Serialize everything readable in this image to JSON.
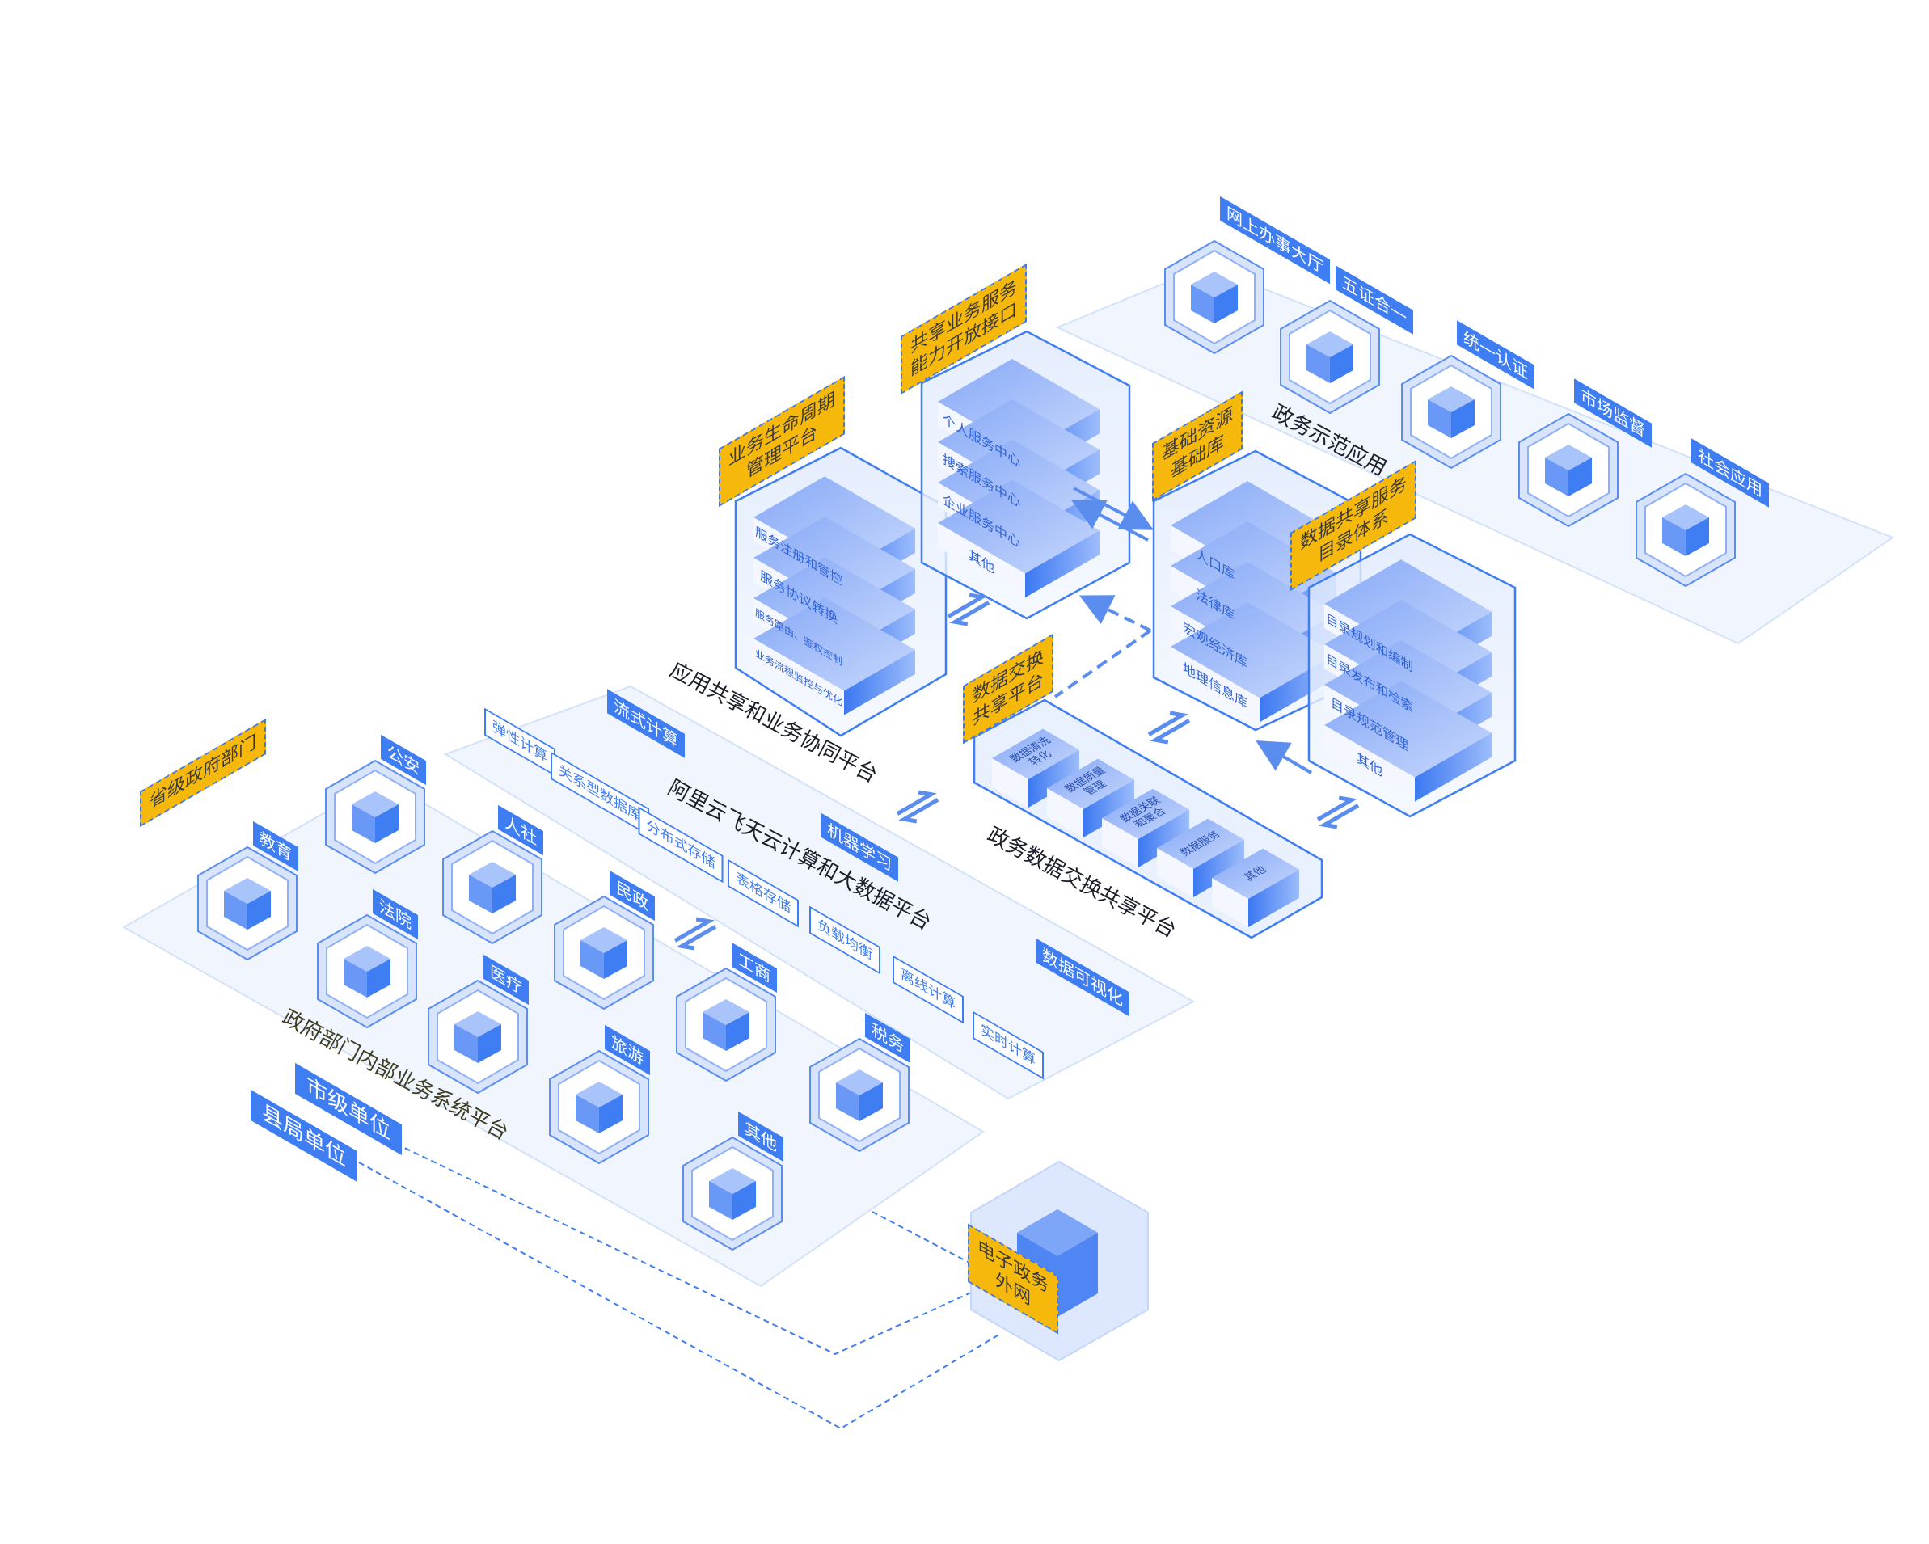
{
  "provincial": {
    "label": "省级政府部门",
    "departments": [
      "教育",
      "公安",
      "人社",
      "法院",
      "民政",
      "医疗",
      "工商",
      "旅游",
      "税务",
      "其他"
    ],
    "platform_label": "政府部门内部业务系统平台"
  },
  "units": {
    "city": "市级单位",
    "county": "县局单位"
  },
  "network": {
    "lines": [
      "电子政务",
      "外网"
    ]
  },
  "cloud": {
    "title": "阿里云飞天云计算和大数据平台",
    "services": [
      "弹性计算",
      "关系型数据库",
      "分布式存储",
      "表格存储",
      "负载均衡",
      "离线计算",
      "实时计算"
    ],
    "highlights": [
      "流式计算",
      "机器学习",
      "数据可视化"
    ]
  },
  "lifecycle": {
    "lines": [
      "业务生命周期",
      "管理平台"
    ],
    "items": [
      "服务注册和管控",
      "服务协议转换",
      "服务路由、鉴权控制",
      "业务流程监控与优化"
    ]
  },
  "shared_services": {
    "lines": [
      "共享业务服务",
      "能力开放接口"
    ],
    "items": [
      "个人服务中心",
      "搜索服务中心",
      "企业服务中心",
      "其他"
    ]
  },
  "app_platform_label": "应用共享和业务协同平台",
  "basic_resources": {
    "lines": [
      "基础资源",
      "基础库"
    ],
    "items": [
      "人口库",
      "法律库",
      "宏观经济库",
      "地理信息库"
    ]
  },
  "catalog": {
    "lines": [
      "数据共享服务",
      "目录体系"
    ],
    "items": [
      "目录规划和编制",
      "目录发布和检索",
      "目录规范管理",
      "其他"
    ]
  },
  "exchange": {
    "lines": [
      "数据交换",
      "共享平台"
    ],
    "items": [
      [
        "数据清洗",
        "转化"
      ],
      [
        "数据质量",
        "管理"
      ],
      [
        "数据关联",
        "和聚合"
      ],
      [
        "数据服务"
      ],
      [
        "其他"
      ]
    ],
    "platform_label": "政务数据交换共享平台"
  },
  "apps": {
    "items": [
      "网上办事大厅",
      "五证合一",
      "统一认证",
      "市场监督",
      "社会应用"
    ],
    "platform_label": "政务示范应用"
  },
  "colors": {
    "accent": "#3f7df2",
    "tag_yellow": "#f6b90b",
    "platform": "#eef4fd",
    "text_dark": "#1c1f2a"
  }
}
